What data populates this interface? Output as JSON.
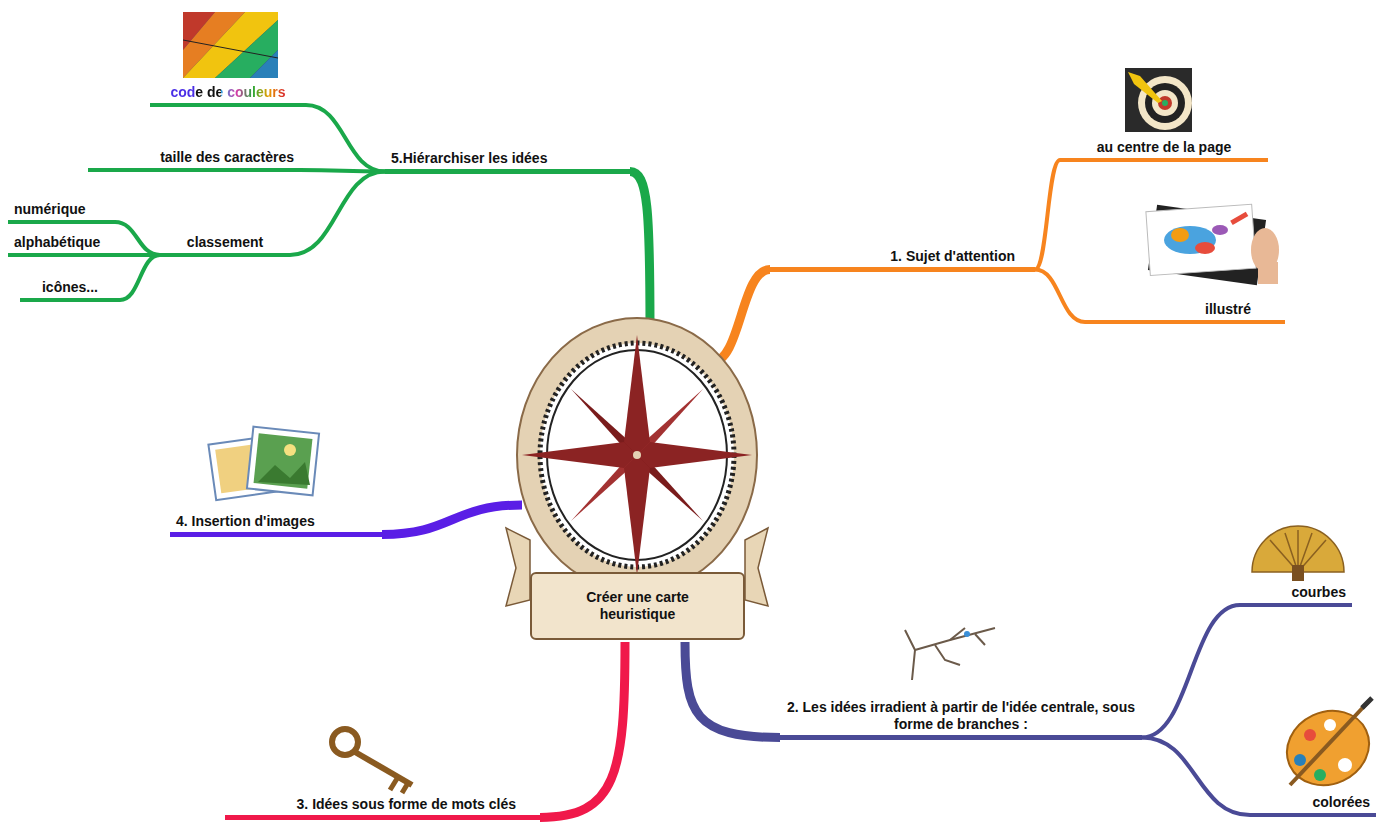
{
  "diagram": {
    "nodes": [
      {
        "text": [
          "Créer une carte heuristique"
        ]
      },
      {
        "text": [
          "1. Sujet d'attention"
        ]
      },
      {
        "text": [
          "au centre de la page"
        ]
      },
      {
        "text": [
          "illustré"
        ]
      },
      {
        "text": [
          "2. Les idées irradient à partir de l'idée centrale, sous forme de branches :"
        ]
      },
      {
        "text": [
          "courbes"
        ]
      },
      {
        "text": [
          "colorées"
        ]
      },
      {
        "text": [
          "3. Idées sous forme de mots clés"
        ]
      },
      {
        "text": [
          "4. Insertion d'images"
        ]
      },
      {
        "text": [
          "5.Hiérarchiser les idées"
        ]
      },
      {
        "text": [
          "code de couleurs"
        ]
      },
      {
        "text": [
          "taille des caractères"
        ]
      },
      {
        "text": [
          "classement"
        ]
      },
      {
        "text": [
          "numérique"
        ]
      },
      {
        "text": [
          "alphabétique"
        ]
      },
      {
        "text": [
          "icônes..."
        ]
      }
    ],
    "edges": [
      {
        "from": 0,
        "to": 1,
        "arrow": "none"
      },
      {
        "from": 1,
        "to": 2,
        "arrow": "none"
      },
      {
        "from": 1,
        "to": 3,
        "arrow": "none"
      },
      {
        "from": 0,
        "to": 4,
        "arrow": "none"
      },
      {
        "from": 4,
        "to": 5,
        "arrow": "none"
      },
      {
        "from": 4,
        "to": 6,
        "arrow": "none"
      },
      {
        "from": 0,
        "to": 7,
        "arrow": "none"
      },
      {
        "from": 0,
        "to": 8,
        "arrow": "none"
      },
      {
        "from": 0,
        "to": 9,
        "arrow": "none"
      },
      {
        "from": 9,
        "to": 10,
        "arrow": "none"
      },
      {
        "from": 9,
        "to": 11,
        "arrow": "none"
      },
      {
        "from": 9,
        "to": 12,
        "arrow": "none"
      },
      {
        "from": 12,
        "to": 13,
        "arrow": "none"
      },
      {
        "from": 12,
        "to": 14,
        "arrow": "none"
      },
      {
        "from": 12,
        "to": 15,
        "arrow": "none"
      }
    ]
  }
}
